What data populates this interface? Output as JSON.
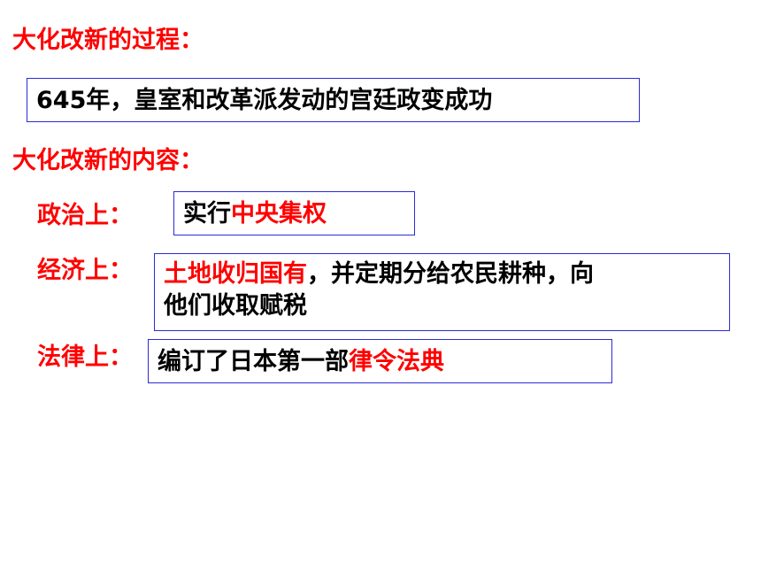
{
  "process": {
    "heading": "大化改新的过程：",
    "text": "645年，皇室和改革派发动的宫廷政变成功"
  },
  "content": {
    "heading": "大化改新的内容：",
    "items": [
      {
        "label": "政治上：",
        "prefix": "实行",
        "highlight": "中央集权",
        "suffix": ""
      },
      {
        "label": "经济上：",
        "prefix": "",
        "highlight": "土地收归国有",
        "suffix": "，并定期分给农民耕种，向",
        "line2": "他们收取赋税"
      },
      {
        "label": "法律上：",
        "prefix": "编订了日本第一部",
        "highlight": "律令法典",
        "suffix": ""
      }
    ]
  },
  "colors": {
    "heading": "#ff0000",
    "highlight": "#ff0000",
    "box_border": "#2b2bd6",
    "body_text": "#000000"
  }
}
